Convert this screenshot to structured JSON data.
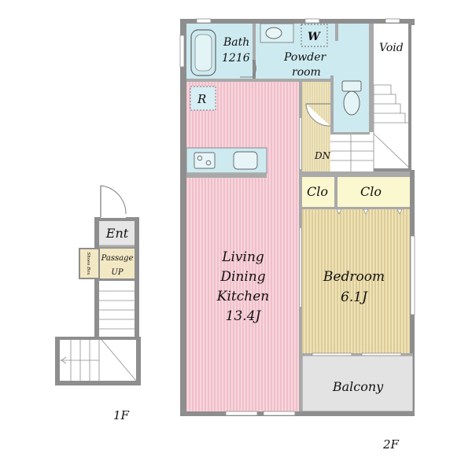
{
  "labels": {
    "bath": "Bath",
    "bath_size": "1216",
    "washer": "W",
    "powder_l1": "Powder",
    "powder_l2": "room",
    "void": "Void",
    "fridge": "R",
    "down": "DN",
    "clo_left": "Clo",
    "clo_right": "Clo",
    "ldk_l1": "Living",
    "ldk_l2": "Dining",
    "ldk_l3": "Kitchen",
    "ldk_size": "13.4J",
    "bed_l1": "Bedroom",
    "bed_size": "6.1J",
    "balcony": "Balcony",
    "entrance": "Ent",
    "shoe_box": "Shoes Box",
    "passage": "Passage",
    "up": "UP",
    "floor1": "1F",
    "floor2": "2F"
  },
  "colors": {
    "ldk": "#f7d5dd",
    "ldk_stripe": "#e9a9b7",
    "wet": "#cdeaf0",
    "bedroom": "#efe3b6",
    "bed_stripe": "#c8b47c",
    "closet": "#fbf7cf",
    "balcony": "#e3e3e3",
    "entrance": "#e6e6e6",
    "passage": "#f3e8c4",
    "wall": "#8e8e8e"
  }
}
